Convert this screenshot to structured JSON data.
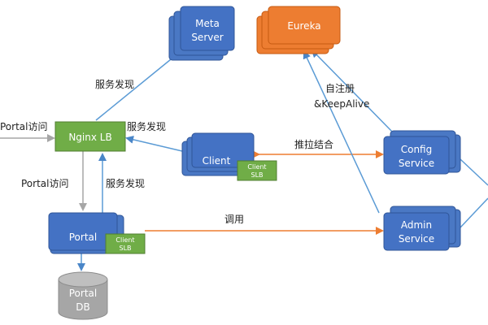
{
  "nodes": {
    "meta_server": {
      "line1": "Meta",
      "line2": "Server"
    },
    "eureka": {
      "label": "Eureka"
    },
    "nginx_lb": {
      "label": "Nginx LB"
    },
    "client": {
      "label": "Client",
      "badge_line1": "Client",
      "badge_line2": "SLB"
    },
    "config_service": {
      "line1": "Config",
      "line2": "Service"
    },
    "portal": {
      "label": "Portal",
      "badge_line1": "Client",
      "badge_line2": "SLB"
    },
    "admin_service": {
      "line1": "Admin",
      "line2": "Service"
    },
    "portal_db": {
      "line1": "Portal",
      "line2": "DB"
    }
  },
  "edges": {
    "nginx_to_meta": "服务发现",
    "portal_access_left": "Portal访问",
    "client_to_nginx": "服务发现",
    "nginx_to_portal": "Portal访问",
    "portal_to_nginx": "服务发现",
    "self_register_line1": "自注册",
    "self_register_line2": "&KeepAlive",
    "client_config": "推拉结合",
    "portal_admin": "调用"
  },
  "colors": {
    "blue": "#4a78c4",
    "blue_stroke": "#2f5597",
    "orange": "#ed7d31",
    "green": "#70ad47",
    "gray": "#a6a6a6",
    "arrow_blue": "#5b9bd5",
    "arrow_orange": "#ed7d31",
    "arrow_gray": "#a6a6a6"
  }
}
